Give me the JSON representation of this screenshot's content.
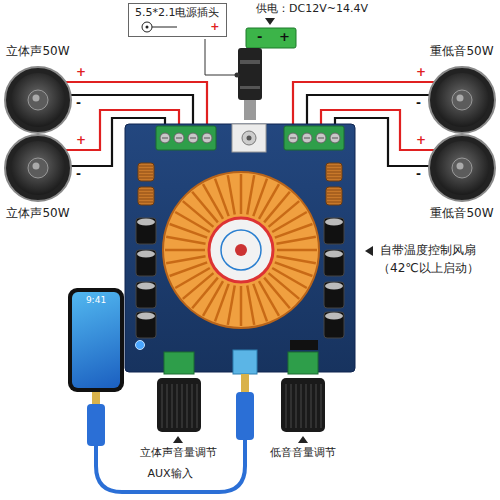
{
  "diagram": {
    "nodes": [
      {
        "text": [
          "5.5*2.1电源插头",
          "+"
        ]
      },
      {
        "text": [
          "立体声50W"
        ]
      },
      {
        "text": [
          "重低音50W"
        ]
      },
      {
        "text": [
          "立体声50W"
        ]
      },
      {
        "text": [
          "重低音50W"
        ]
      },
      {
        "text": [
          "9:41"
        ]
      }
    ],
    "labels": [
      "供电：DC12V~14.4V",
      "-",
      "+",
      "+",
      "-",
      "+",
      "-",
      "+",
      "-",
      "+",
      "-",
      "自带温度控制风扇",
      "（42℃以上启动）",
      "立体声音量调节",
      "低音音量调节",
      "AUX输入"
    ]
  }
}
